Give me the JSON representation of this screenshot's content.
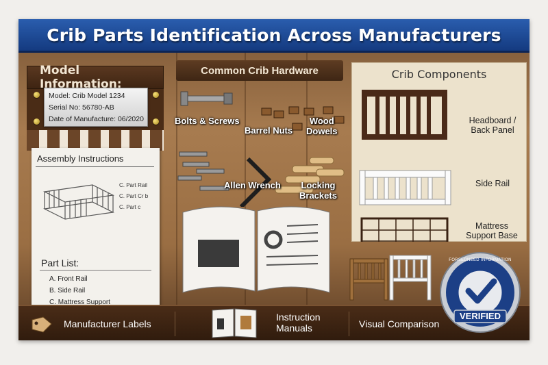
{
  "banner": {
    "title": "Crib Parts Identification Across Manufacturers"
  },
  "model_info": {
    "header": "Model Information:",
    "model": "Model: Crib Model 1234",
    "serial": "Serial No: 56780-AB",
    "date": "Date of Manufacture: 06/2020"
  },
  "assembly": {
    "title": "Assembly Instructions",
    "labels": [
      "C. Part Rail",
      "C. Part Cr b",
      "C. Part c"
    ],
    "part_list_title": "Part List:",
    "parts": [
      "A.  Front Rail",
      "B.  Side Rail",
      "C.  Mattress Support"
    ]
  },
  "hardware": {
    "header": "Common Crib Hardware",
    "bolts": "Bolts & Screws",
    "barrel_nuts": "Barrel Nuts",
    "dowels_1": "Wood",
    "dowels_2": "Dowels",
    "allen": "Allen Wrench",
    "locking_1": "Locking",
    "locking_2": "Brackets"
  },
  "components": {
    "title": "Crib Components",
    "headboard_1": "Headboard /",
    "headboard_2": "Back Panel",
    "side_rail": "Side Rail",
    "mattress_1": "Mattress",
    "mattress_2": "Support Base"
  },
  "bottom": {
    "labels_text": "Manufacturer Labels",
    "manuals_1": "Instruction",
    "manuals_2": "Manuals",
    "visual": "Visual Comparison"
  },
  "badge": {
    "top_text": "FORSEDNEED INFORMATION",
    "bottom_text": "VERIFIED"
  },
  "colors": {
    "banner": "#1f4c9c",
    "wood": "#9a6e43",
    "badge": "#1c3f86"
  }
}
